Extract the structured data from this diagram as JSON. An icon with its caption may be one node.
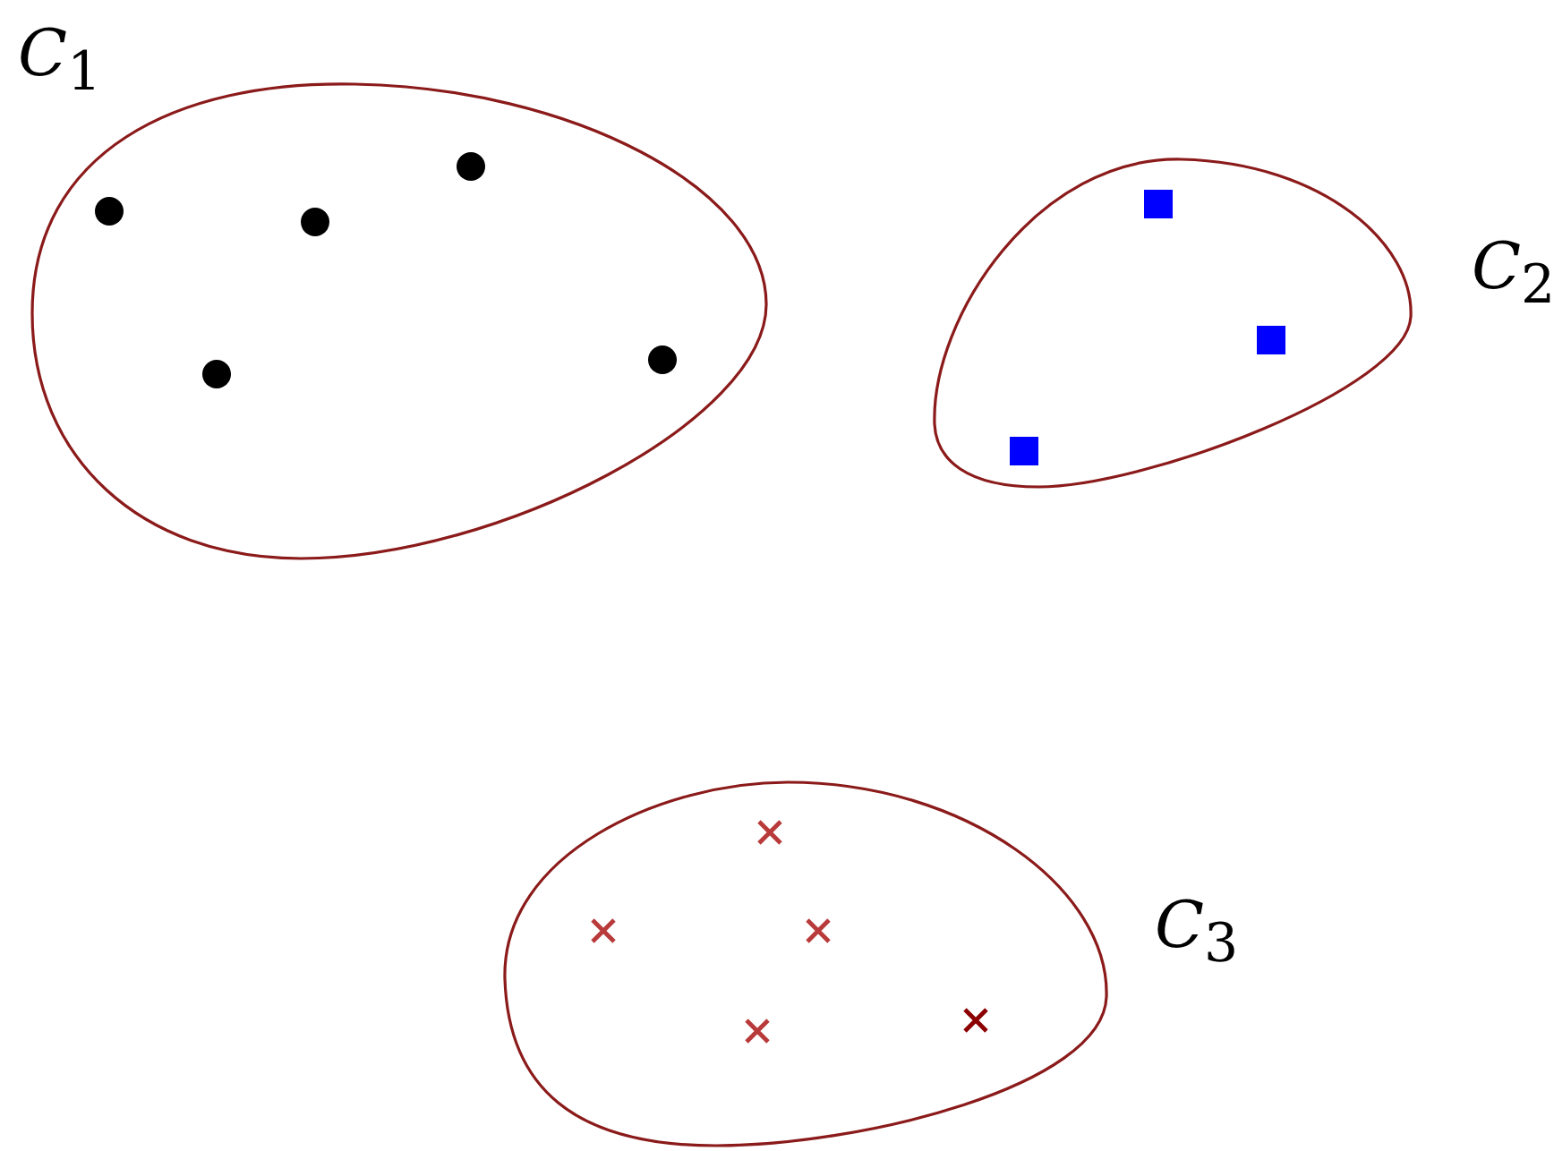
{
  "diagram": {
    "nodes": [
      {
        "text": [
          "*C*$_{1}$"
        ]
      },
      {
        "text": [
          "*C*$_{2}$"
        ]
      },
      {
        "text": [
          "*C*$_{3}$"
        ]
      }
    ]
  }
}
